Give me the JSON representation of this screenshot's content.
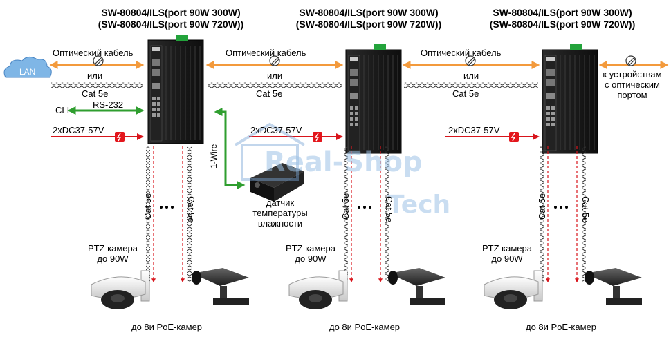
{
  "switches": [
    {
      "title_line1": "SW-80804/ILS(port 90W 300W)",
      "title_line2": "(SW-80804/ILS(port 90W 720W))"
    },
    {
      "title_line1": "SW-80804/ILS(port 90W 300W)",
      "title_line2": "(SW-80804/ILS(port 90W 720W))"
    },
    {
      "title_line1": "SW-80804/ILS(port 90W 300W)",
      "title_line2": "(SW-80804/ILS(port 90W 720W))"
    }
  ],
  "links": {
    "optical": "Оптический кабель",
    "or": "или",
    "cat5e": "Cat 5e"
  },
  "lan_label": "LAN",
  "cli": {
    "label": "CLI",
    "protocol": "RS-232"
  },
  "power": "2xDC37-57V",
  "onewire": "1-Wire",
  "sensor": {
    "line1": "датчик",
    "line2": "температуры",
    "line3": "влажности"
  },
  "right_device": {
    "line1": "к устройствам",
    "line2": "с оптическим",
    "line3": "портом"
  },
  "camera": {
    "line1": "PTZ камера",
    "line2": "до 90W"
  },
  "cameras_caption": "до 8и  PoE-камер",
  "watermark": {
    "line1": "Real-Shop",
    "line2": "Tech"
  },
  "colors": {
    "optical": "#f39a3c",
    "green": "#2f9e2f",
    "power": "#d8141b",
    "accent_red": "#e3161c"
  }
}
